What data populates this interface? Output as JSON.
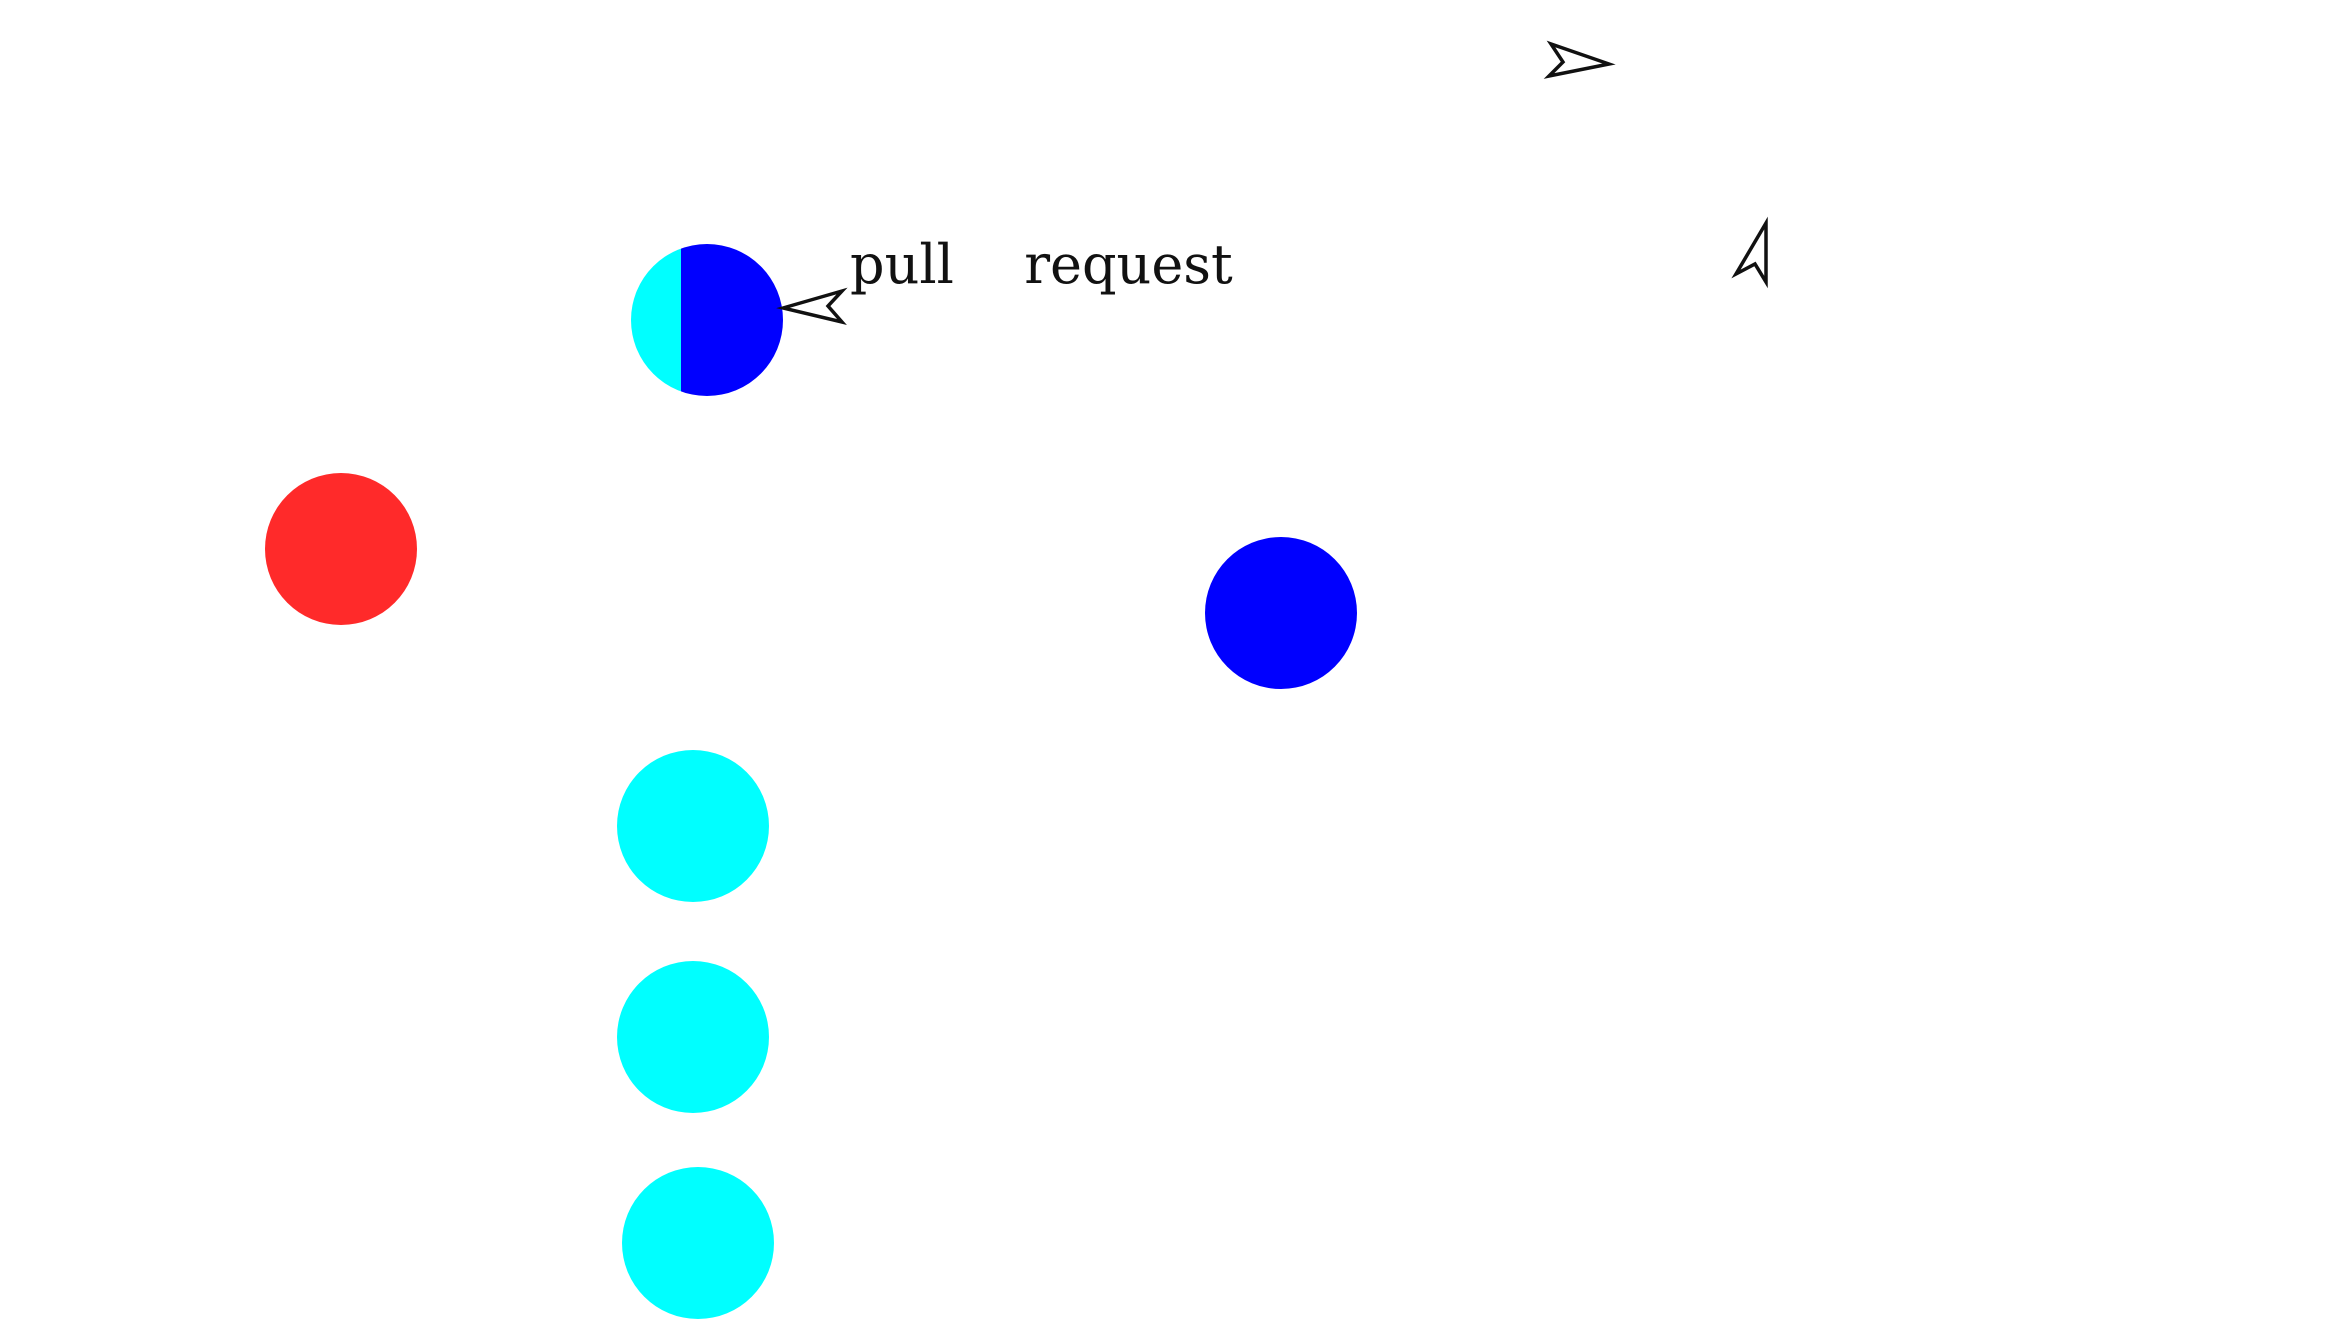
{
  "diagram": {
    "annotation_text": "pull  request",
    "colors": {
      "red": "#ff2a2a",
      "blue": "#0000ff",
      "cyan": "#00ffff",
      "stroke": "#111111",
      "background": "#ffffff"
    },
    "nodes": [
      {
        "id": "red-node",
        "fill": "#ff2a2a"
      },
      {
        "id": "split-node",
        "fill_left": "#00ffff",
        "fill_right": "#0000ff"
      },
      {
        "id": "blue-node",
        "fill": "#0000ff"
      },
      {
        "id": "cyan-node-1",
        "fill": "#00ffff"
      },
      {
        "id": "cyan-node-2",
        "fill": "#00ffff"
      },
      {
        "id": "cyan-node-3",
        "fill": "#00ffff"
      }
    ],
    "icons": [
      "pointer-arrow-icon",
      "pointer-arrow-icon",
      "pointer-arrow-icon"
    ]
  }
}
